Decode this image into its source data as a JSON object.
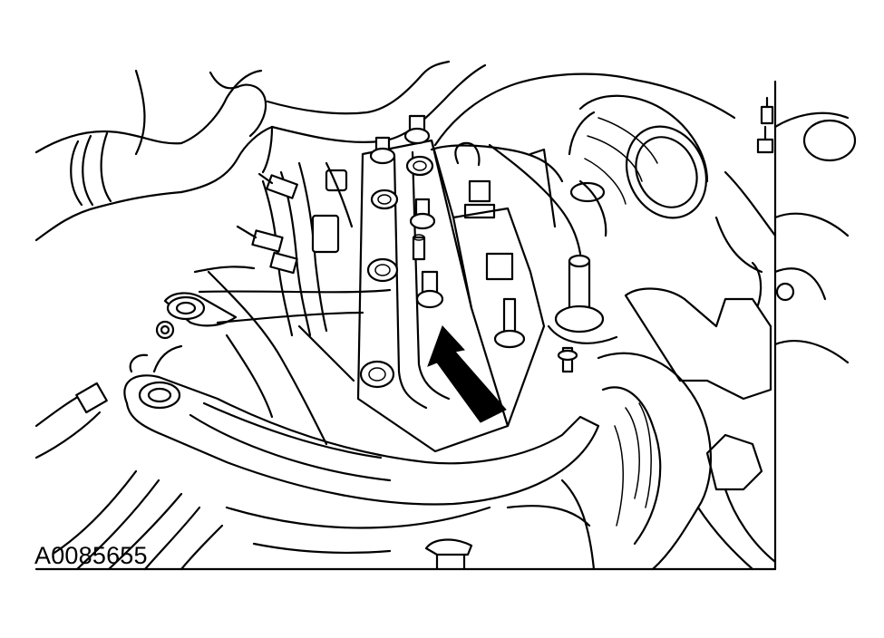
{
  "figure": {
    "id_label": "A0085655"
  },
  "callouts": [
    {
      "kind": "arrow",
      "direction": "up-left",
      "target": "stud-bolt"
    }
  ],
  "colors": {
    "line": "#000000",
    "background": "#ffffff"
  }
}
